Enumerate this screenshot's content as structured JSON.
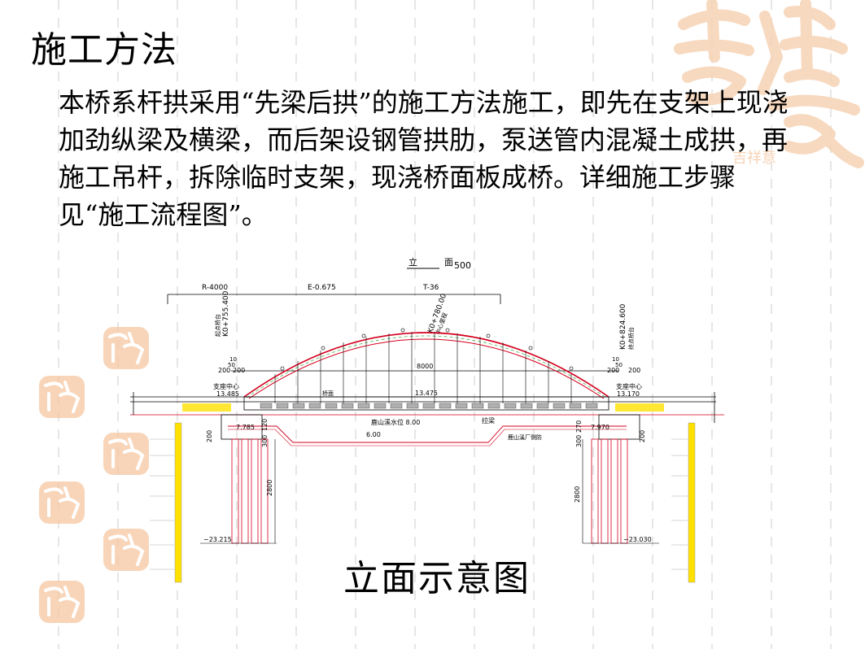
{
  "slide": {
    "title": "施工方法",
    "body": "本桥系杆拱采用“先梁后拱”的施工方法施工，即先在支架上现浇加劲纵梁及横梁，而后架设钢管拱肋，泵送管内混凝土成拱，再施工吊杆，拆除临时支架，现浇桥面板成桥。详细施工步骤见“施工流程图”。",
    "caption": "立面示意图"
  },
  "decoration": {
    "seal_text": "吉祥意",
    "seal_color": "#f0a060"
  },
  "drawing": {
    "view_title": "立",
    "view_title_2": "面",
    "scale": "500",
    "curve_params": [
      "R-4000",
      "E-0.675",
      "T-36"
    ],
    "left_station": "K0+755.400",
    "left_station_note": "起点桥台",
    "mid_station": "K0+780.00",
    "mid_station_note": "中心里程",
    "right_station": "K0+824.600",
    "right_station_note": "终点桥台",
    "span": "8000",
    "dim_left": [
      "10",
      "50",
      "200",
      "200"
    ],
    "dim_right": [
      "10",
      "50",
      "200",
      "200"
    ],
    "left_support_label": "支座中心",
    "right_support_label": "支座中心",
    "left_elev": "13.485",
    "mid_elev": "13.475",
    "right_elev": "13.170",
    "deck_label": "桥面",
    "water_level": "鹿山溪水位 8.00",
    "bed_level": "6.00",
    "right_note_1": "拉梁",
    "right_note_2": "鹿山溪厂侧防",
    "left_cap_elev": "7.785",
    "right_cap_elev": "7.970",
    "left_cap_dim_1": "200",
    "left_cap_dim_2": "300",
    "left_cap_dim_3": "120",
    "right_cap_dim_1": "300",
    "right_cap_dim_2": "270",
    "right_cap_dim_3": "200",
    "pile_length_left": "2800",
    "pile_length_right": "2800",
    "left_pile_tip": "−23.215",
    "right_pile_tip": "−23.030"
  }
}
